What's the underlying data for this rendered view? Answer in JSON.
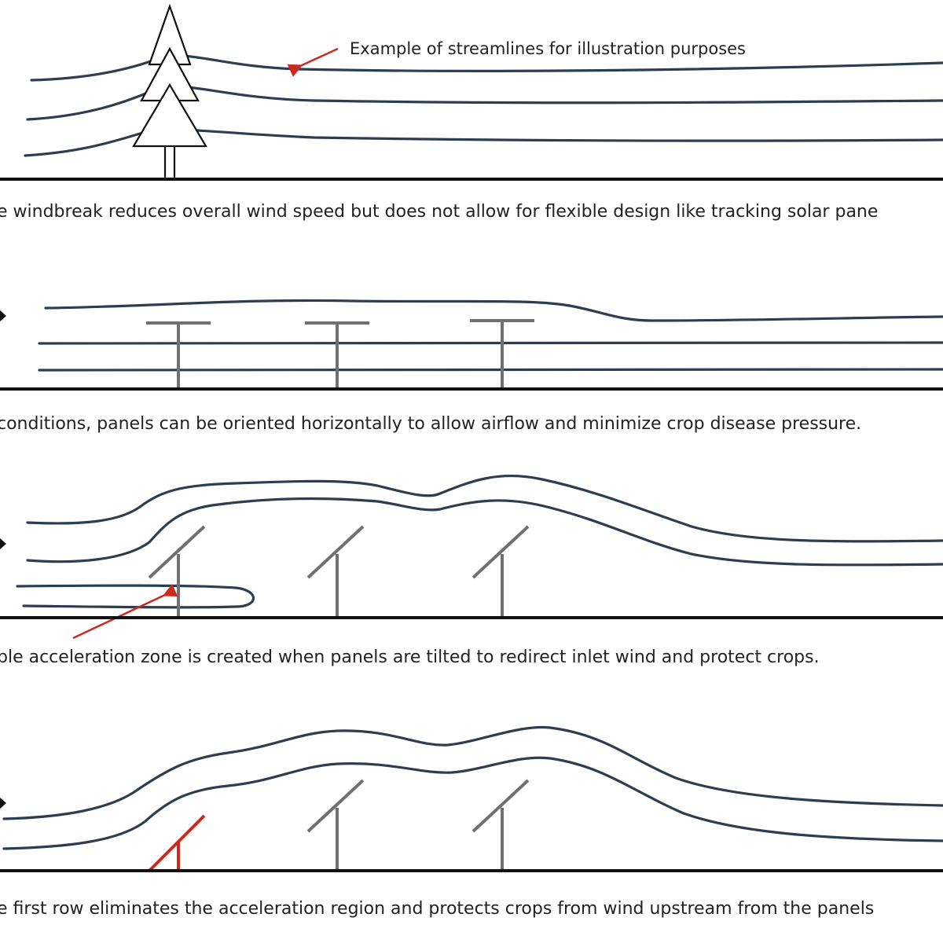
{
  "annotation": {
    "streamline_note": "Example of streamlines for illustration purposes"
  },
  "panels": [
    {
      "caption": "e windbreak reduces overall wind speed but does not allow for flexible design like tracking solar pane"
    },
    {
      "caption": "conditions, panels can be oriented horizontally to allow airflow and minimize crop disease pressure."
    },
    {
      "caption": "ble acceleration zone is created when panels are tilted to redirect inlet wind and protect crops."
    },
    {
      "caption": "e first row eliminates the acceleration region and protects crops from wind upstream from the panels"
    }
  ],
  "colors": {
    "streamline": "#2c3e50",
    "ground": "#111111",
    "panel": "#707070",
    "highlight": "#cc2a1e"
  }
}
